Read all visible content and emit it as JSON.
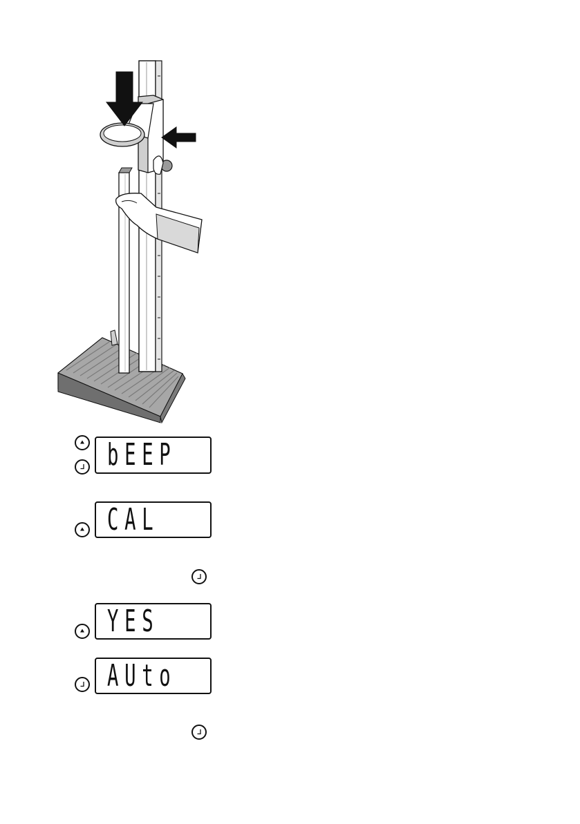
{
  "displays": {
    "beep": "bEEP",
    "cal": "CAL",
    "yes": "YES",
    "auto": "AUto"
  },
  "icons": {
    "up_key": "up-arrow-key-icon",
    "enter_key": "enter-key-icon"
  },
  "colors": {
    "line": "#111111",
    "mat": "#8c8c8c",
    "hand_shadow": "#d9d9d9"
  }
}
